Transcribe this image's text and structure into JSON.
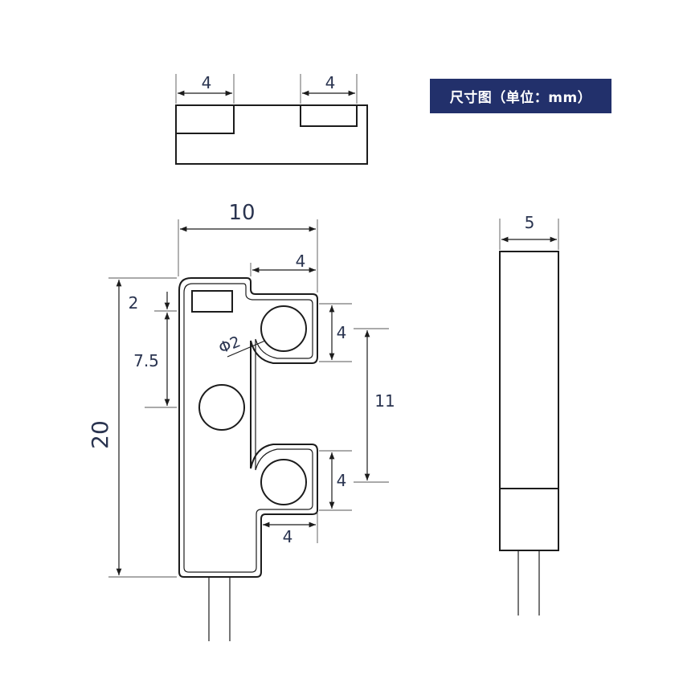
{
  "badge": {
    "text": "尺寸图（单位：mm）"
  },
  "dimensions": {
    "top_view": {
      "left_slot": "4",
      "right_slot": "4"
    },
    "front_view": {
      "width": "10",
      "top_step": "4",
      "top_margin": "2",
      "upper_hole_offset": "7.5",
      "height": "20",
      "hole_diameter": "Φ2",
      "upper_tab": "4",
      "hole_spacing": "11",
      "lower_tab": "4",
      "bottom_step": "4"
    },
    "side_view": {
      "thickness": "5"
    }
  },
  "colors": {
    "badge_bg": "#22306b",
    "line": "#1c1c1c",
    "dim_text": "#2a3450"
  }
}
